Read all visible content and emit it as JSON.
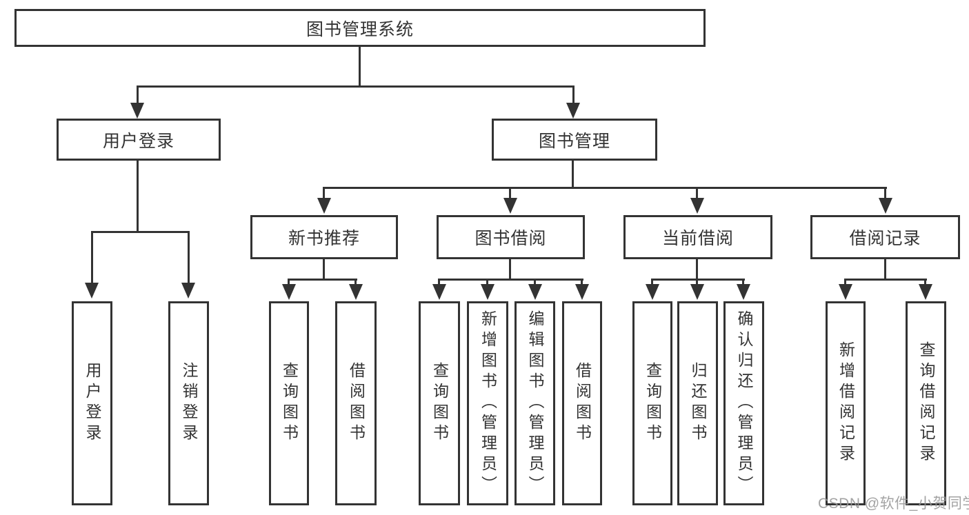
{
  "colors": {
    "line": "#333333",
    "text": "#333333",
    "watermark": "#969696",
    "background": "#ffffff"
  },
  "diagram": {
    "root": {
      "label": "图书管理系统"
    },
    "branches": [
      {
        "label": "用户登录",
        "children": [
          {
            "label": "用户登录"
          },
          {
            "label": "注销登录"
          }
        ]
      },
      {
        "label": "图书管理",
        "groups": [
          {
            "label": "新书推荐",
            "children": [
              {
                "label": "查询图书"
              },
              {
                "label": "借阅图书"
              }
            ]
          },
          {
            "label": "图书借阅",
            "children": [
              {
                "label": "查询图书"
              },
              {
                "label": "新增图书（管理员）"
              },
              {
                "label": "编辑图书（管理员）"
              },
              {
                "label": "借阅图书"
              }
            ]
          },
          {
            "label": "当前借阅",
            "children": [
              {
                "label": "查询图书"
              },
              {
                "label": "归还图书"
              },
              {
                "label": "确认归还（管理员）"
              }
            ]
          },
          {
            "label": "借阅记录",
            "children": [
              {
                "label": "新增借阅记录"
              },
              {
                "label": "查询借阅记录"
              }
            ]
          }
        ]
      }
    ]
  },
  "watermark": {
    "text": "CSDN @软件_小贺同学"
  }
}
